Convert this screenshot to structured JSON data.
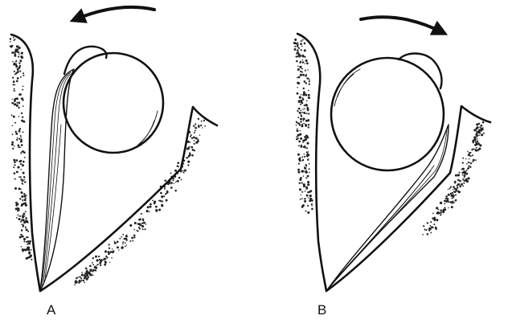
{
  "figure": {
    "panels": [
      {
        "label": "A",
        "rotation_direction": "counterclockwise",
        "icon": "curved-arrow-left-icon"
      },
      {
        "label": "B",
        "rotation_direction": "clockwise",
        "icon": "curved-arrow-right-icon"
      }
    ],
    "colors": {
      "ink": "#111111",
      "background": "#ffffff"
    }
  }
}
